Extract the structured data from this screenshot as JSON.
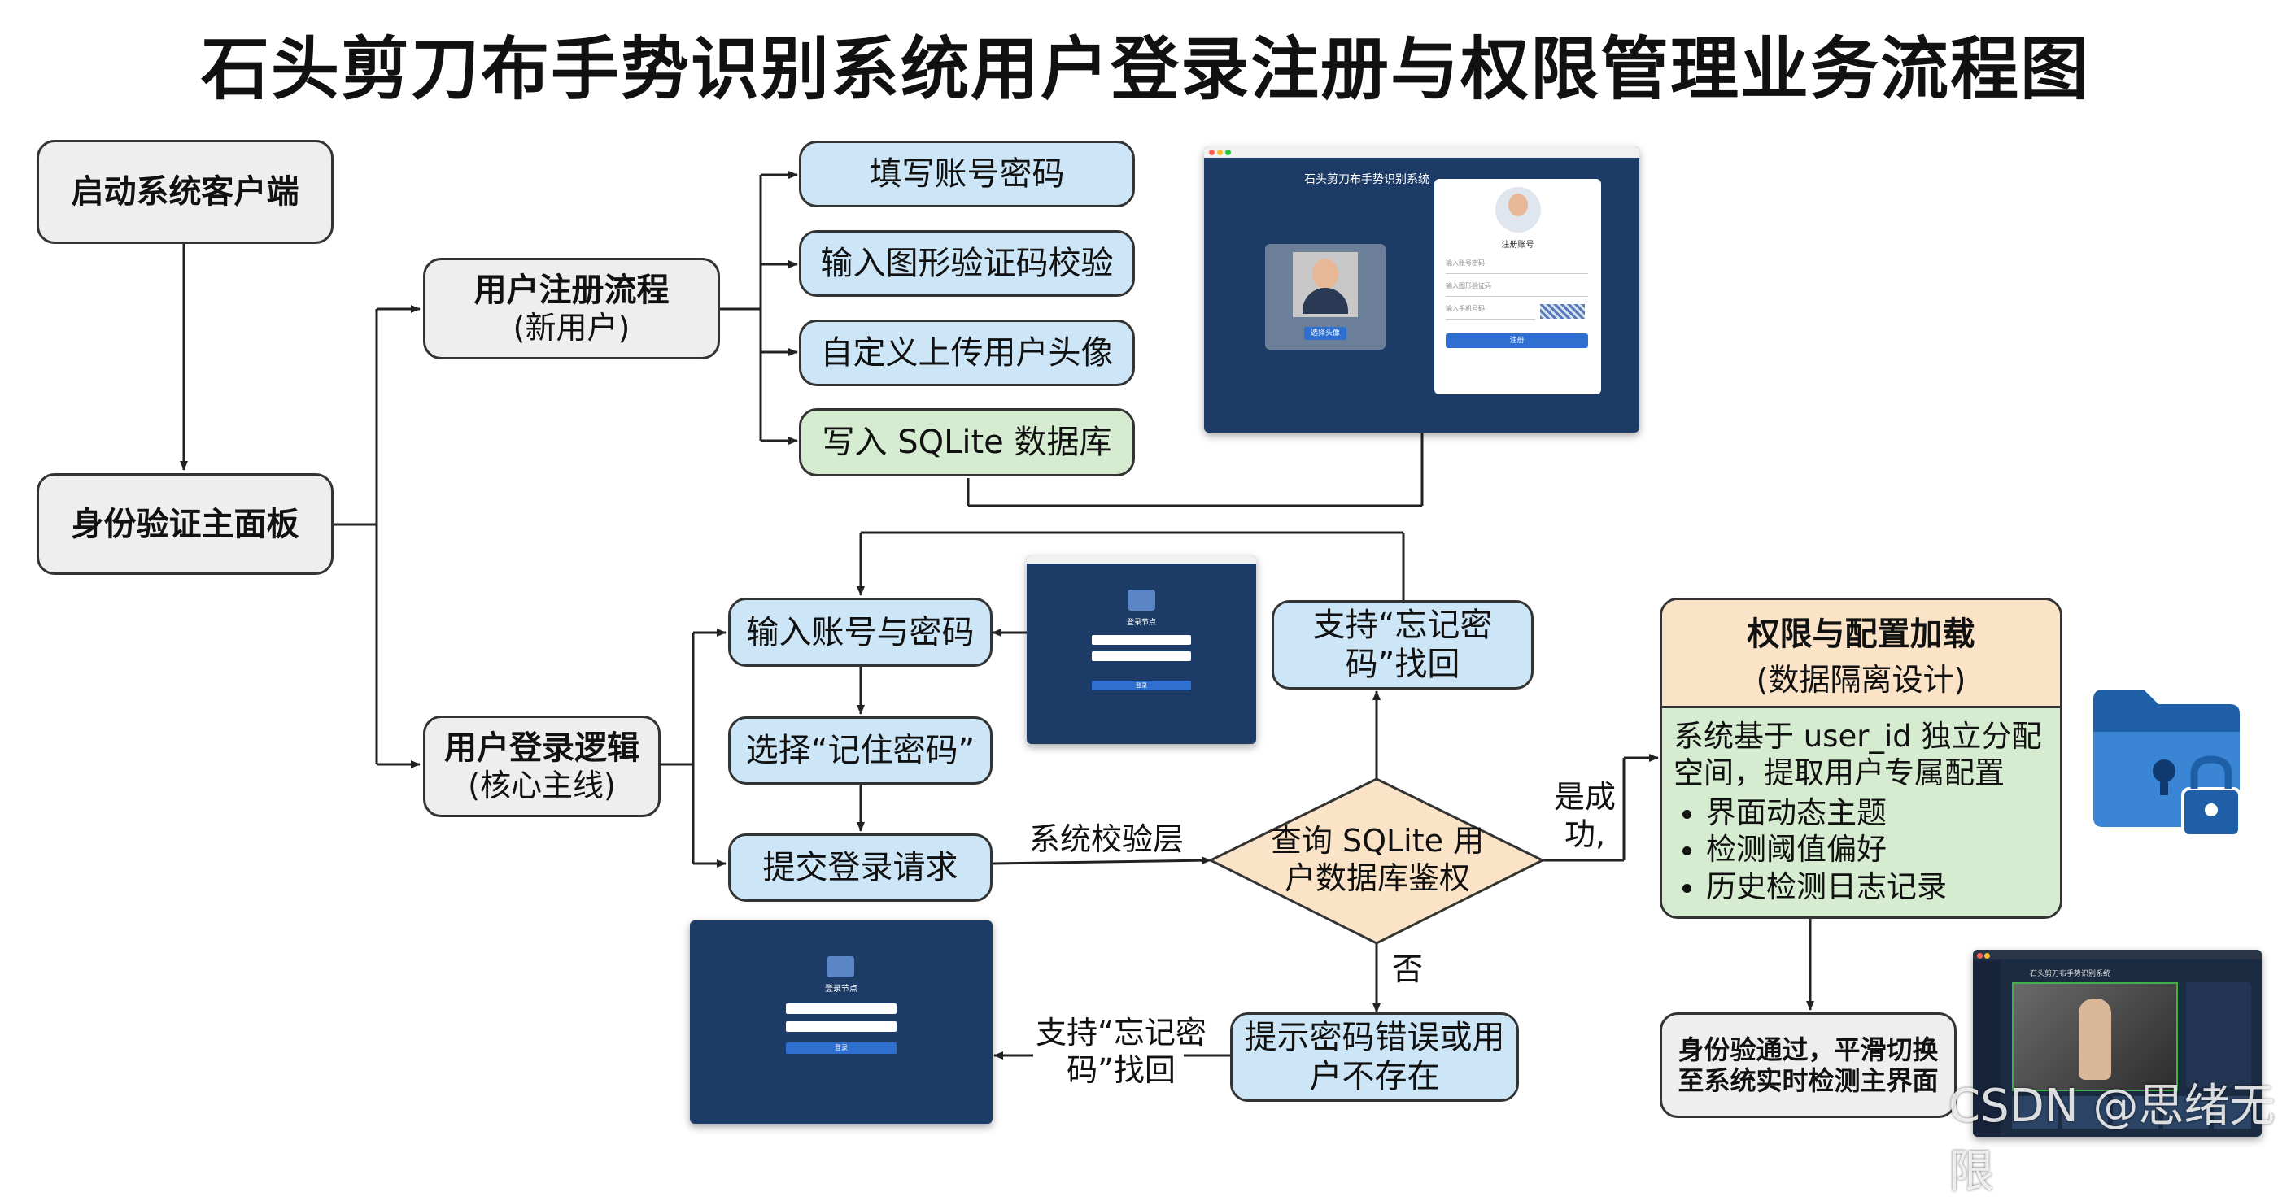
{
  "title": "石头剪刀布手势识别系统用户登录注册与权限管理业务流程图",
  "nodes": {
    "start": "启动系统客户端",
    "auth_panel": "身份验证主面板",
    "register_title": "用户注册流程",
    "register_sub": "(新用户)",
    "reg_step1": "填写账号密码",
    "reg_step2": "输入图形验证码校验",
    "reg_step3": "自定义上传用户头像",
    "reg_step4": "写入 SQLite 数据库",
    "login_title": "用户登录逻辑",
    "login_sub": "(核心主线)",
    "login_step1": "输入账号与密码",
    "login_step2": "选择“记住密码”",
    "login_step3": "提交登录请求",
    "query_decision": "查询 SQLite 用户数据库鉴权",
    "forgot_pw": "支持“忘记密码”找回",
    "error_msg": "提示密码错误或用户不存在",
    "success_switch": "身份验通过，平滑切换至系统实时检测主界面"
  },
  "permission": {
    "title": "权限与配置加载",
    "subtitle": "(数据隔离设计)",
    "desc": "系统基于 user_id 独立分配空间，提取用户专属配置",
    "items": [
      "界面动态主题",
      "检测阈值偏好",
      "历史检测日志记录"
    ]
  },
  "edge_labels": {
    "verify_layer": "系统校验层",
    "yes_success": "是成功,",
    "no": "否",
    "forgot_pw_bottom": "支持“忘记密码”找回"
  },
  "screens": {
    "register_window_title": "石头剪刀布手势识别系统",
    "register_card_title": "注册账号",
    "register_field1": "输入账号密码",
    "register_field2": "输入图形验证码",
    "register_field3": "输入手机号码",
    "register_button": "注册",
    "upload_avatar": "选择头像",
    "login_card_title": "登录节点",
    "login_button": "登录",
    "main_window_title": "石头剪刀布手势识别系统"
  },
  "watermark": "CSDN @思绪无限",
  "colors": {
    "gray_box": "#eeeeee",
    "blue_box": "#cde6f7",
    "green_box": "#d6ecd0",
    "orange_box": "#fbe3c7",
    "screen_bg": "#1c3b66"
  }
}
